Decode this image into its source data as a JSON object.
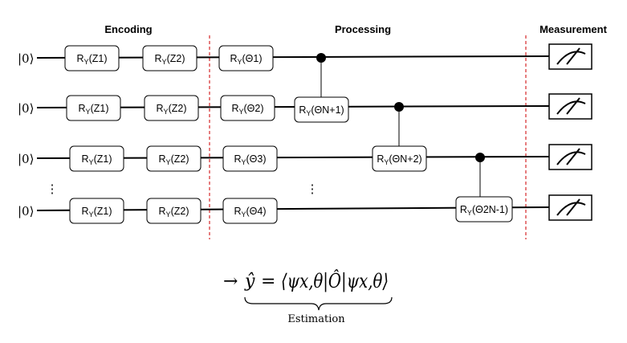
{
  "headers": {
    "encoding": "Encoding",
    "processing": "Processing",
    "measurement": "Measurement"
  },
  "qubit_label": "|0⟩",
  "ellipsis": "⋮",
  "encoding_gates": [
    [
      "RY(Z1)",
      "RY(Z2)"
    ],
    [
      "RY(Z1)",
      "RY(Z2)"
    ],
    [
      "RY(Z1)",
      "RY(Z2)"
    ],
    [
      "RY(Z1)",
      "RY(Z2)"
    ]
  ],
  "processing_gates": [
    "RY(Θ1)",
    "RY(Θ2)",
    "RY(Θ3)",
    "RY(Θ4)"
  ],
  "controlled_gates": [
    "RY(ΘN+1)",
    "RY(ΘN+2)",
    "RY(Θ2N-1)"
  ],
  "equation": {
    "arrow": "→",
    "lhs": "ŷ",
    "equals": "=",
    "rhs": "⟨ψx,θ|Ô|ψx,θ⟩",
    "underbrace_label": "Estimation"
  },
  "colors": {
    "separator": "#d62728",
    "wire": "#000000"
  }
}
